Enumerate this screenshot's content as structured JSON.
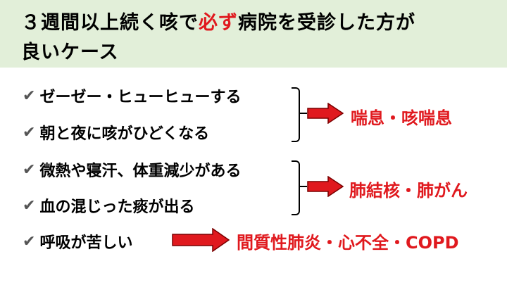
{
  "title": {
    "line1_before": "３週間以上続く咳で",
    "line1_emph": "必ず",
    "line1_after": "病院を受診した方が",
    "line2": "良いケース"
  },
  "check_icon": "✔",
  "items": [
    "ゼーゼー・ヒューヒューする",
    "朝と夜に咳がひどくなる",
    "微熱や寝汗、体重減少がある",
    "血の混じった痰が出る",
    "呼吸が苦しい"
  ],
  "results": {
    "asthma": "喘息・咳喘息",
    "tb_cancer": "肺結核・肺がん",
    "pneumonia_etc": "間質性肺炎・心不全・COPD"
  },
  "colors": {
    "header_bg": "#e2efd9",
    "accent_red": "#e0191e",
    "arrow_stroke": "#7a0000"
  }
}
